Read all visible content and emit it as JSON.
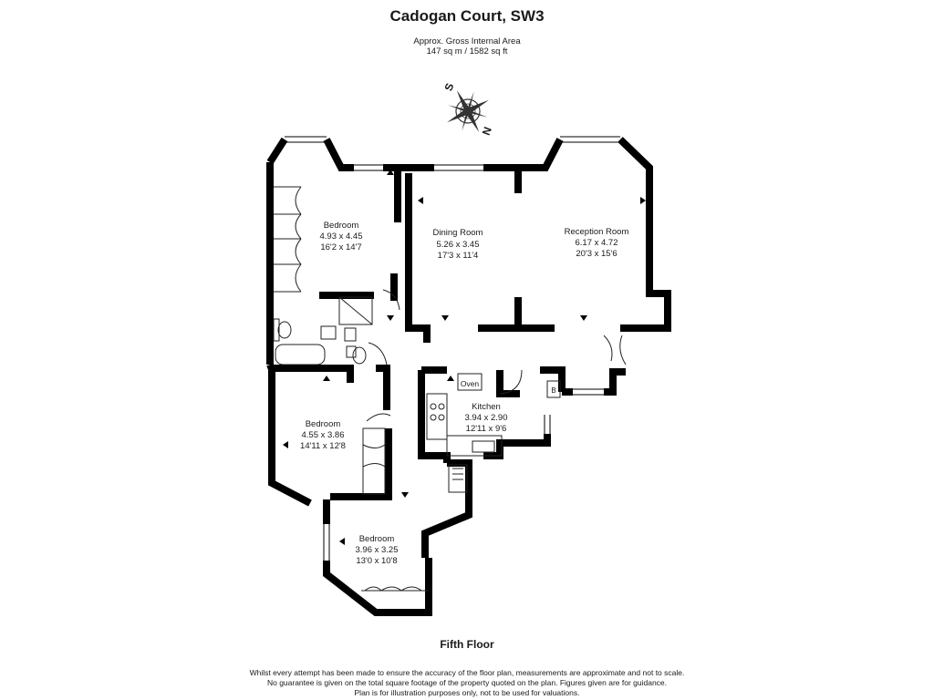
{
  "header": {
    "title": "Cadogan Court, SW3",
    "area_label": "Approx. Gross Internal Area",
    "area_value": "147 sq m / 1582 sq ft"
  },
  "compass": {
    "labels": [
      "S",
      "N"
    ]
  },
  "rooms": [
    {
      "id": "bedroom-1",
      "name": "Bedroom",
      "metric": "4.93 x 4.45",
      "imperial": "16'2 x 14'7"
    },
    {
      "id": "dining",
      "name": "Dining Room",
      "metric": "5.26 x 3.45",
      "imperial": "17'3 x 11'4"
    },
    {
      "id": "reception",
      "name": "Reception Room",
      "metric": "6.17 x 4.72",
      "imperial": "20'3 x 15'6"
    },
    {
      "id": "kitchen",
      "name": "Kitchen",
      "metric": "3.94 x 2.90",
      "imperial": "12'11 x 9'6"
    },
    {
      "id": "bedroom-2",
      "name": "Bedroom",
      "metric": "4.55 x 3.86",
      "imperial": "14'11 x 12'8"
    },
    {
      "id": "bedroom-3",
      "name": "Bedroom",
      "metric": "3.96 x 3.25",
      "imperial": "13'0 x 10'8"
    }
  ],
  "fixtures": {
    "oven": "Oven",
    "boiler": "B"
  },
  "floor_label": "Fifth Floor",
  "disclaimer": [
    "Whilst every attempt has been made to ensure the accuracy of the floor plan, measurements are approximate and not to scale.",
    "No guarantee is given on the total square footage of the property quoted on the plan. Figures given are for guidance.",
    "Plan is for illustration purposes only, not to be used for valuations."
  ]
}
